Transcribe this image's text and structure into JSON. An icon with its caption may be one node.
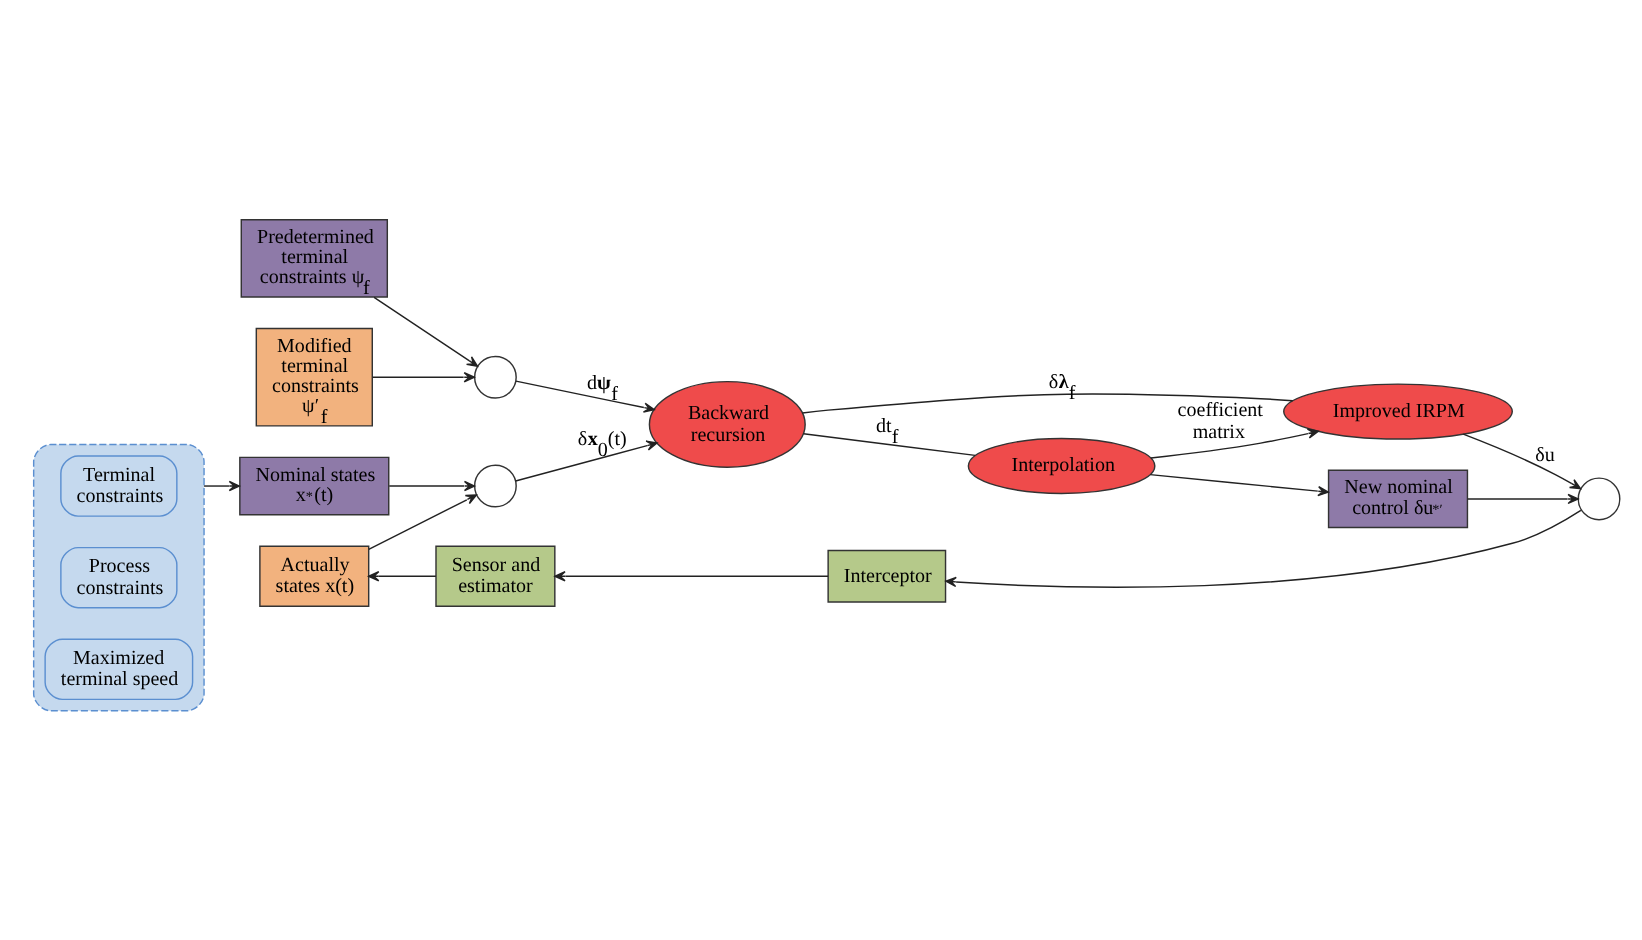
{
  "diagram": {
    "nodes": [
      {
        "text": [],
        "shape": "box"
      },
      {
        "text": [
          "Terminal constraints"
        ],
        "in": 0
      },
      {
        "text": [
          "Process constraints"
        ],
        "in": 0
      },
      {
        "text": [
          "Maximized terminal speed"
        ],
        "in": 0
      },
      {
        "text": [
          "Predetermined terminal constraints ψ$_{f}$"
        ]
      },
      {
        "text": [
          "Modified terminal constraints ψ′$_{f}$"
        ]
      },
      {
        "text": [],
        "shape": "circle"
      },
      {
        "text": [
          "Nominal states x$^{*}$(t)"
        ]
      },
      {
        "text": [],
        "shape": "circle"
      },
      {
        "text": [
          "Actually states x(t)"
        ]
      },
      {
        "text": [
          "Backward recursion"
        ]
      },
      {
        "text": [
          "Interpolation"
        ]
      },
      {
        "text": [
          "Improved IRPM"
        ]
      },
      {
        "text": [
          "New nominal control δu$^{*′}$"
        ]
      },
      {
        "text": [],
        "shape": "circle"
      },
      {
        "text": [
          "Interceptor"
        ]
      },
      {
        "text": [
          "Sensor and estimator"
        ]
      }
    ],
    "edges": [
      {
        "from": 0,
        "to": 7,
        "arrow": "to"
      },
      {
        "from": 4,
        "to": 6,
        "arrow": "to"
      },
      {
        "from": 5,
        "to": 6,
        "arrow": "to"
      },
      {
        "from": 6,
        "to": 10,
        "arrow": "to",
        "label": "d**ψ**$_{f}$"
      },
      {
        "from": 7,
        "to": 8,
        "arrow": "to"
      },
      {
        "from": 9,
        "to": 8,
        "arrow": "to"
      },
      {
        "from": 8,
        "to": 10,
        "arrow": "to",
        "label": "δ**x**$_{0}$(t)"
      },
      {
        "from": 10,
        "to": 11,
        "arrow": "none",
        "label": "dt$_{f}$"
      },
      {
        "from": 10,
        "to": 12,
        "arrow": "none",
        "label": "δ**λ**$_{f}$"
      },
      {
        "from": 11,
        "to": 13,
        "arrow": "to"
      },
      {
        "from": 11,
        "to": 12,
        "arrow": "to",
        "label": "coefficient matrix"
      },
      {
        "from": 12,
        "to": 14,
        "arrow": "to",
        "label": "δu"
      },
      {
        "from": 13,
        "to": 14,
        "arrow": "to"
      },
      {
        "from": 14,
        "to": 15,
        "arrow": "to"
      },
      {
        "from": 15,
        "to": 16,
        "arrow": "to"
      },
      {
        "from": 16,
        "to": 9,
        "arrow": "to"
      }
    ]
  }
}
